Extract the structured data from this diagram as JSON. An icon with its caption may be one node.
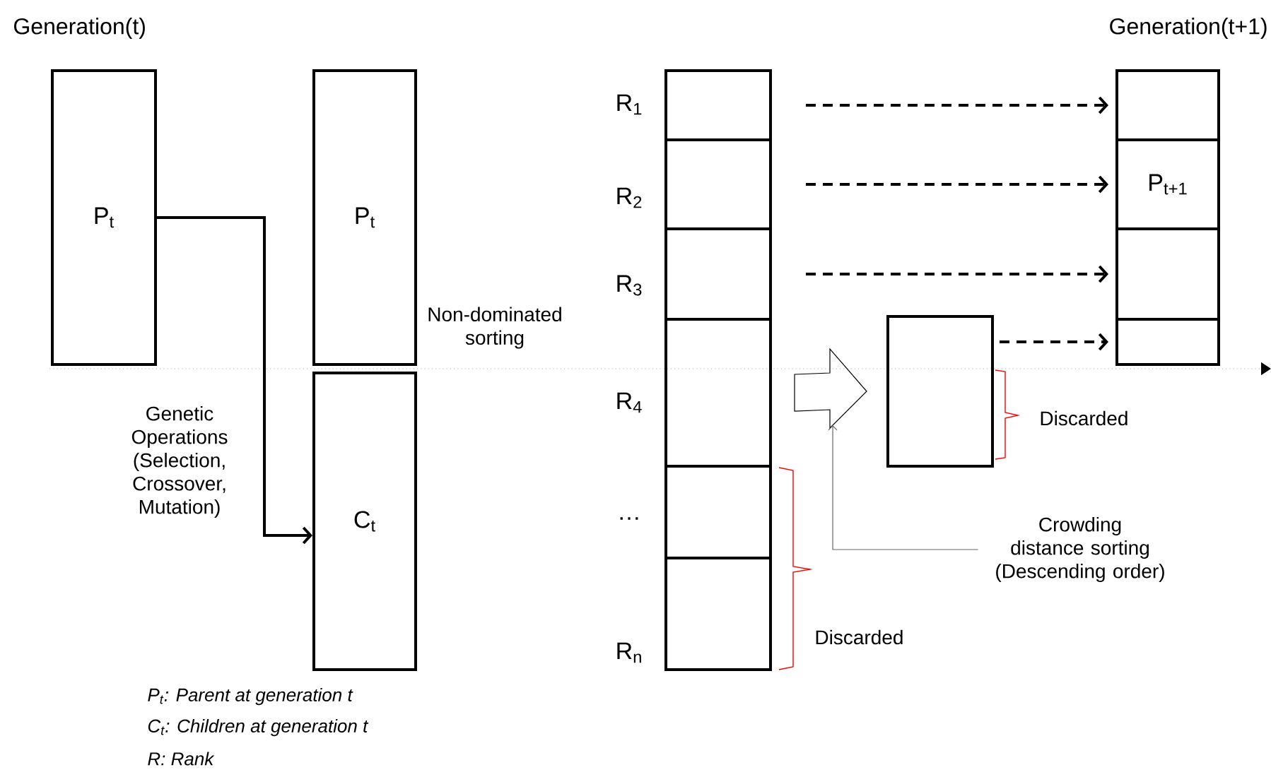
{
  "diagram": {
    "nodes": [
      {
        "text": [
          "P$_{t}$"
        ]
      },
      {
        "text": [
          "P$_{t}$"
        ]
      },
      {
        "text": [
          "C$_{t}$"
        ]
      },
      {
        "text": [],
        "shape": "box",
        "beside": [
          "R$_{1}$"
        ]
      },
      {
        "text": [],
        "shape": "box",
        "beside": [
          "R$_{2}$"
        ]
      },
      {
        "text": [],
        "shape": "box",
        "beside": [
          "R$_{3}$"
        ]
      },
      {
        "text": [],
        "shape": "box",
        "beside": [
          "R$_{4}$"
        ]
      },
      {
        "text": [],
        "shape": "box",
        "beside": [
          "…"
        ]
      },
      {
        "text": [],
        "shape": "box",
        "beside": [
          "R$_{n}$"
        ]
      },
      {
        "text": [],
        "shape": "box"
      },
      {
        "text": [],
        "shape": "box"
      },
      {
        "text": [
          "P$_{t+1}$"
        ]
      },
      {
        "text": [],
        "shape": "box"
      },
      {
        "text": [],
        "shape": "box"
      },
      {
        "text": [
          "Crowding distance sorting (Descending order)"
        ]
      }
    ],
    "edges": [
      {
        "from": 0,
        "to": 2,
        "arrow": "to",
        "label": "Genetic Operations (Selection, Crossover, Mutation)"
      },
      {
        "from": 3,
        "to": 10,
        "arrow": "to",
        "style": "dashed"
      },
      {
        "from": 4,
        "to": 11,
        "arrow": "to",
        "style": "dashed"
      },
      {
        "from": 5,
        "to": 12,
        "arrow": "to",
        "style": "dashed"
      },
      {
        "from": 9,
        "to": 13,
        "arrow": "to",
        "style": "dashed"
      },
      {
        "from": 6,
        "to": 9,
        "arrow": "to"
      },
      {
        "from": 14,
        "to": null,
        "arrow": "to",
        "color": "#666666"
      }
    ],
    "labels": [
      "Generation(t)",
      "Generation(t+1)",
      "Non-dominated sorting",
      "Discarded",
      "Discarded",
      "P$_{t}$: Parent at generation t",
      "C$_{t}$: Children at generation t",
      "R: Rank"
    ]
  }
}
